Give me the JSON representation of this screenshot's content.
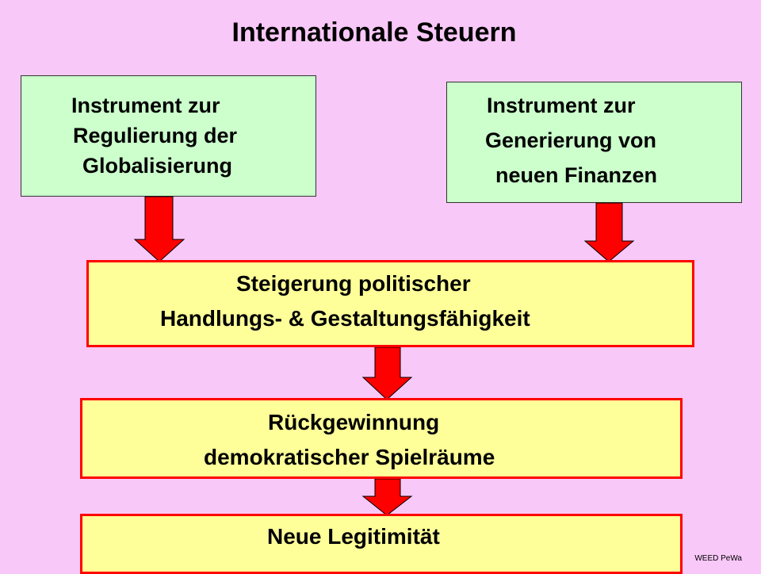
{
  "title": "Internationale Steuern",
  "boxes": {
    "regulierung": {
      "lines": [
        "Instrument zur",
        "Regulierung der",
        "Globalisierung"
      ]
    },
    "generierung": {
      "lines": [
        "Instrument zur",
        "Generierung von",
        "neuen Finanzen"
      ]
    },
    "steigerung": {
      "lines": [
        "Steigerung politischer",
        "Handlungs- & Gestaltungsfähigkeit"
      ]
    },
    "rueckgewinnung": {
      "lines": [
        "Rückgewinnung",
        "demokratischer Spielräume"
      ]
    },
    "legitimitaet": {
      "lines": [
        "Neue Legitimität"
      ]
    }
  },
  "footer": "WEED PeWa",
  "colors": {
    "background": "#f8c8f8",
    "top_box": "#ccffcc",
    "flow_box": "#ffff99",
    "arrow": "#ff0000"
  }
}
